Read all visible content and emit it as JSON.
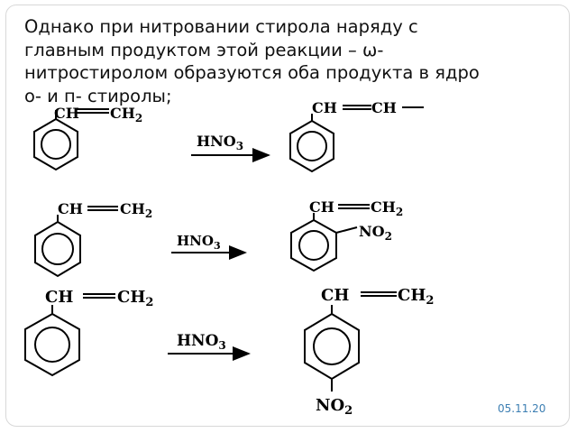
{
  "slide": {
    "text_lines": [
      "Однако при нитровании стирола наряду с",
      "главным продуктом этой реакции – ω-",
      "нитростиролом образуются оба продукта в ядро",
      "о- и п- стиролы;"
    ],
    "date": "05.11.20"
  },
  "reactions": [
    {
      "reactant": {
        "group_left": "CH",
        "group_right": "CH",
        "subscript": "2"
      },
      "reagent": {
        "main": "HNO",
        "subscript": "3"
      },
      "product": {
        "group_left": "CH",
        "group_right": "CH"
      }
    },
    {
      "reactant": {
        "group_left": "CH",
        "group_right": "CH",
        "subscript": "2"
      },
      "reagent": {
        "main": "HNO",
        "subscript": "3"
      },
      "product": {
        "group_left": "CH",
        "group_right": "CH",
        "subscript": "2",
        "substituent": "NO",
        "substituent_subscript": "2"
      }
    },
    {
      "reactant": {
        "group_left": "CH",
        "group_right": "CH",
        "subscript": "2"
      },
      "reagent": {
        "main": "HNO",
        "subscript": "3"
      },
      "product": {
        "group_left": "CH",
        "group_right": "CH",
        "subscript": "2",
        "substituent": "NO",
        "substituent_subscript": "2"
      }
    }
  ]
}
